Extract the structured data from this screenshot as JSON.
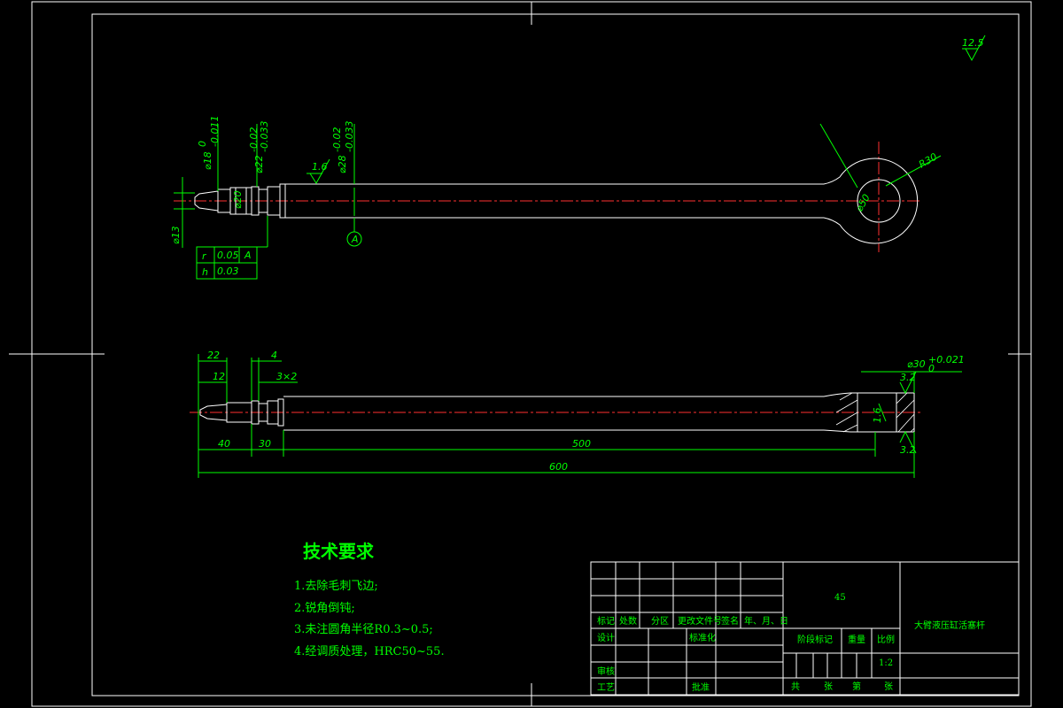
{
  "colors": {
    "background": "#000000",
    "outline": "#ffffff",
    "dimension": "#00ff00",
    "centerline": "#ff0000",
    "hatch": "#ffffff"
  },
  "drawing": {
    "roughness_general": "12.5",
    "top_view": {
      "dia_18_label": "⌀18",
      "dia_18_tol_upper": "0",
      "dia_18_tol_lower": "-0.011",
      "dia_22_label": "⌀22",
      "dia_22_tol_upper": "-0.02",
      "dia_22_tol_lower": "-0.033",
      "dia_28_label": "⌀28",
      "dia_28_tol_upper": "-0.02",
      "dia_28_tol_lower": "-0.033",
      "dia_20_label": "⌀20",
      "dia_13_label": "⌀13",
      "roughness_rod": "1.6",
      "datum_label": "A",
      "radius_label": "R30",
      "eye_dia_label": "⌀50",
      "tolerance_table": [
        {
          "symbol": "r",
          "value": "0.05",
          "datum": "A"
        },
        {
          "symbol": "h",
          "value": "0.03",
          "datum": ""
        }
      ]
    },
    "side_view": {
      "dim_22": "22",
      "dim_4": "4",
      "dim_12": "12",
      "dim_chamfer": "3×2",
      "dim_40": "40",
      "dim_30": "30",
      "dim_500": "500",
      "dim_600": "600",
      "bore_dia_label": "⌀30",
      "bore_tol": "+0.021",
      "bore_tol_lower": "0",
      "roughness_bore_top": "3.2",
      "roughness_bore_inner": "1.6",
      "roughness_bore_bottom": "3.2"
    }
  },
  "technical_requirements": {
    "title": "技术要求",
    "items": [
      "1.去除毛刺飞边;",
      "2.锐角倒钝;",
      "3.未注圆角半径R0.3~0.5;",
      "4.经调质处理，HRC50~55."
    ]
  },
  "title_block": {
    "material": "45",
    "part_name": "大臂液压缸活塞杆",
    "scale": "1:2",
    "revision_headers": [
      "标记",
      "处数",
      "分区",
      "更改文件号",
      "签名",
      "年、月、日"
    ],
    "design_label": "设计",
    "standardization_label": "标准化",
    "stage_label": "阶段标记",
    "weight_label": "重量",
    "scale_label": "比例",
    "review_label": "审核",
    "process_label": "工艺",
    "approve_label": "批准",
    "sheet_row": [
      "共",
      "张",
      "第",
      "张"
    ]
  }
}
